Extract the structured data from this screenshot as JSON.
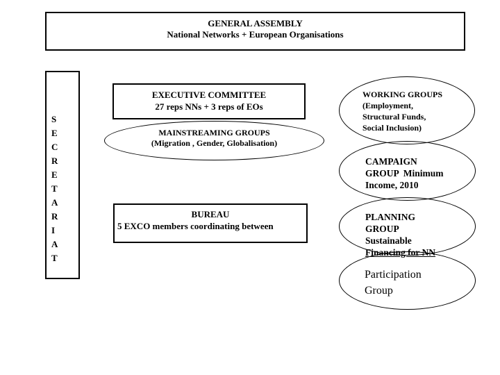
{
  "colors": {
    "background": "#ffffff",
    "border": "#000000",
    "text": "#000000"
  },
  "nodes": {
    "general_assembly": {
      "title": "GENERAL ASSEMBLY",
      "subtitle": "National Networks + European Organisations"
    },
    "secretariat": {
      "word": "SECRETARIAT",
      "letters": [
        "S",
        "E",
        "C",
        "R",
        "E",
        "T",
        "A",
        "R",
        "I",
        "A",
        "T"
      ]
    },
    "executive_committee": {
      "title": "EXECUTIVE COMMITTEE",
      "subtitle": "27 reps NNs + 3 reps of EOs"
    },
    "mainstreaming_groups": {
      "title": "MAINSTREAMING GROUPS",
      "subtitle": "(Migration , Gender, Globalisation)"
    },
    "bureau": {
      "title": "BUREAU",
      "subtitle": "5 EXCO members coordinating between"
    },
    "working_groups": {
      "lines": [
        "WORKING GROUPS",
        "(Employment,",
        "Structural Funds,",
        "Social Inclusion)"
      ]
    },
    "campaign_group": {
      "lines": [
        "CAMPAIGN",
        "GROUP  Minimum",
        "Income, 2010"
      ]
    },
    "planning_group": {
      "lines": [
        "PLANNING",
        "GROUP",
        "Sustainable"
      ],
      "underlined_line": "Financing for NN"
    },
    "participation_group": {
      "lines": [
        "Participation",
        "Group"
      ]
    }
  }
}
